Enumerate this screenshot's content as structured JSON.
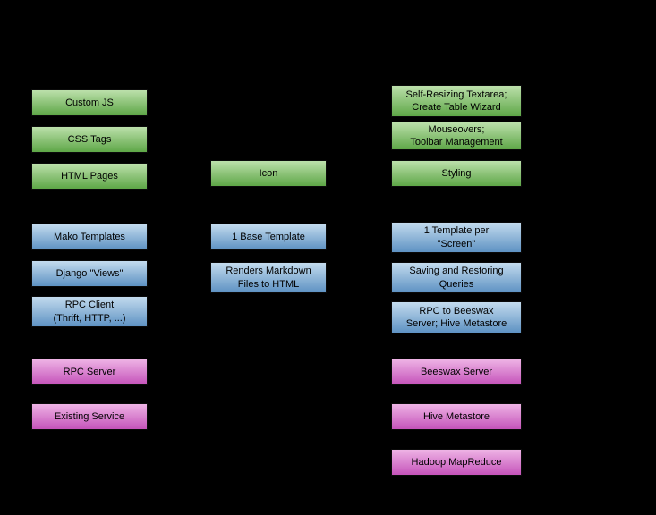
{
  "diagram": {
    "background_color": "#000000",
    "text_color": "#000000",
    "layers": {
      "frontend": {
        "color_top": "#bce0ab",
        "color_bottom": "#5ea747"
      },
      "backend": {
        "color_top": "#c3dbee",
        "color_bottom": "#5e92c3"
      },
      "service": {
        "color_top": "#eeb3e5",
        "color_bottom": "#c553ba"
      }
    }
  },
  "boxes": [
    {
      "id": "custom-js",
      "column": 0,
      "layer": "frontend",
      "label": "Custom JS"
    },
    {
      "id": "css-tags",
      "column": 0,
      "layer": "frontend",
      "label": "CSS Tags"
    },
    {
      "id": "html-pages",
      "column": 0,
      "layer": "frontend",
      "label": "HTML Pages"
    },
    {
      "id": "mako-templates",
      "column": 0,
      "layer": "backend",
      "label": "Mako Templates"
    },
    {
      "id": "django-views",
      "column": 0,
      "layer": "backend",
      "label": "Django \"Views\""
    },
    {
      "id": "rpc-client",
      "column": 0,
      "layer": "backend",
      "label": "RPC Client\n(Thrift, HTTP, ...)"
    },
    {
      "id": "rpc-server",
      "column": 0,
      "layer": "service",
      "label": "RPC Server"
    },
    {
      "id": "existing-service",
      "column": 0,
      "layer": "service",
      "label": "Existing Service"
    },
    {
      "id": "icon",
      "column": 1,
      "layer": "frontend",
      "label": "Icon"
    },
    {
      "id": "base-template",
      "column": 1,
      "layer": "backend",
      "label": "1 Base Template"
    },
    {
      "id": "renders-markdown",
      "column": 1,
      "layer": "backend",
      "label": "Renders Markdown\nFiles to HTML"
    },
    {
      "id": "self-resizing",
      "column": 2,
      "layer": "frontend",
      "label": "Self-Resizing Textarea;\nCreate Table Wizard"
    },
    {
      "id": "mouseovers",
      "column": 2,
      "layer": "frontend",
      "label": "Mouseovers;\nToolbar Management"
    },
    {
      "id": "styling",
      "column": 2,
      "layer": "frontend",
      "label": "Styling"
    },
    {
      "id": "template-per-screen",
      "column": 2,
      "layer": "backend",
      "label": "1 Template per\n\"Screen\""
    },
    {
      "id": "saving-restoring",
      "column": 2,
      "layer": "backend",
      "label": "Saving and Restoring\nQueries"
    },
    {
      "id": "rpc-to-beeswax",
      "column": 2,
      "layer": "backend",
      "label": "RPC to Beeswax\nServer; Hive Metastore"
    },
    {
      "id": "beeswax-server",
      "column": 2,
      "layer": "service",
      "label": "Beeswax Server"
    },
    {
      "id": "hive-metastore",
      "column": 2,
      "layer": "service",
      "label": "Hive Metastore"
    },
    {
      "id": "hadoop-mapreduce",
      "column": 2,
      "layer": "service",
      "label": "Hadoop MapReduce"
    }
  ]
}
